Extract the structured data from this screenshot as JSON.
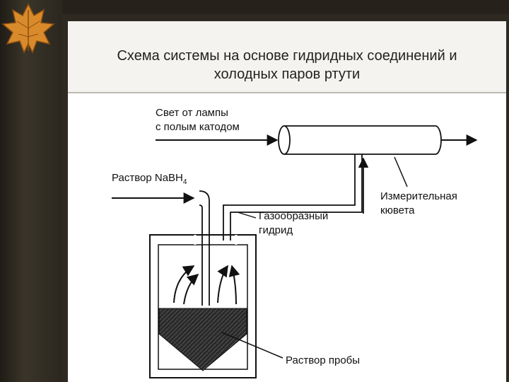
{
  "title": {
    "line1": "Схема системы на основе гидридных соединений и",
    "line2": "холодных паров ртути"
  },
  "labels": {
    "lamp_light_1": "Свет от лампы",
    "lamp_light_2": "с полым катодом",
    "reagent_prefix": "Раствор NaBH",
    "reagent_sub": "4",
    "gas_hydride_1": "Газообразный",
    "gas_hydride_2": "гидрид",
    "cell_1": "Измерительная",
    "cell_2": "кювета",
    "sample": "Раствор пробы"
  },
  "icons": {
    "decor": "autumn-leaf-icon"
  },
  "colors": {
    "background": "#2e2a22",
    "panel": "#f4f3ef",
    "liquid": "#222222",
    "leaf": "#d98b2b"
  }
}
